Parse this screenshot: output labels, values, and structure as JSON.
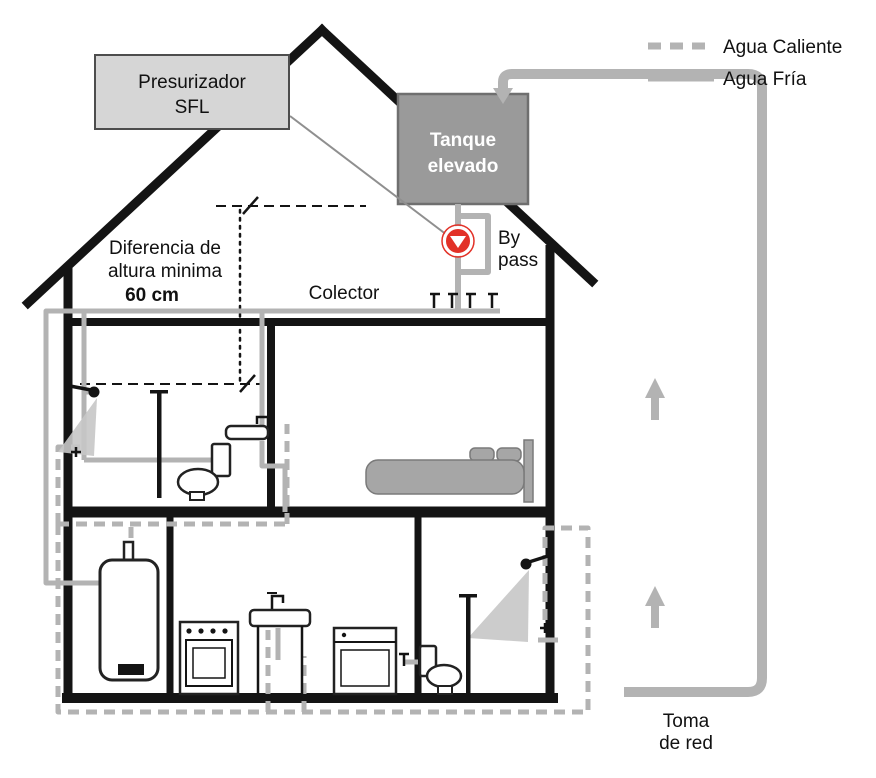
{
  "legend": {
    "items": [
      {
        "label": "Agua Caliente",
        "line_style": "dashed"
      },
      {
        "label": "Agua Fría",
        "line_style": "solid"
      }
    ]
  },
  "labels": {
    "pressurizer": [
      "Presurizador",
      "SFL"
    ],
    "elevated_tank": [
      "Tanque",
      "elevado"
    ],
    "bypass": [
      "By",
      "pass"
    ],
    "collector": "Colector",
    "min_height_note": [
      "Diferencia de",
      "altura minima",
      "60 cm"
    ],
    "mains_intake": [
      "Toma",
      "de red"
    ]
  },
  "colors": {
    "pipe_gray": "#b3b3b3",
    "spray_gray": "#c7c7c7",
    "tank_fill": "#9a9a9a",
    "tank_stroke": "#6f6f6f",
    "box_fill": "#d6d6d6",
    "box_stroke": "#4d4d4d",
    "valve_red": "#e23127",
    "structure_black": "#141414",
    "text_black": "#111111",
    "furniture_gray": "#a6a6a6"
  }
}
